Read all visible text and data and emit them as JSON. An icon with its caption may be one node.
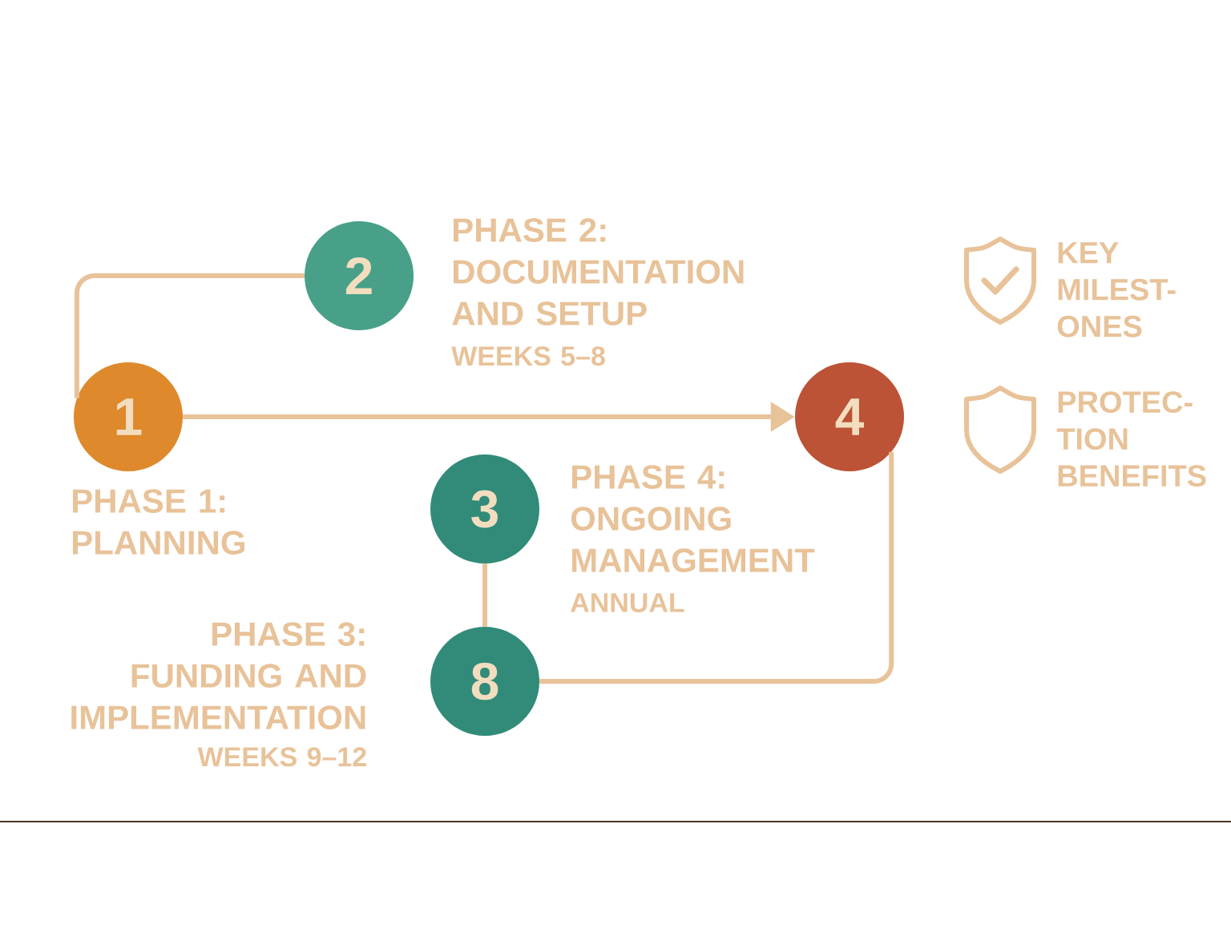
{
  "diagram": {
    "nodes": [
      {
        "text": [
          "2"
        ],
        "beside": [
          "PHASE 2: DOCUMENTATION AND SETUP",
          "WEEKS 5–8"
        ]
      },
      {
        "text": [
          "1"
        ],
        "beside": [
          "PHASE 1: PLANNING"
        ]
      },
      {
        "text": [
          "4"
        ],
        "beside": [
          "PHASE 4: ONGOING MANAGEMENT",
          "ANNUAL"
        ]
      },
      {
        "text": [
          "3"
        ]
      },
      {
        "text": [
          "8"
        ],
        "beside": [
          "PHASE 3: FUNDING AND IMPLEMENTATION",
          "WEEKS 9–12"
        ]
      }
    ],
    "edges": [
      {
        "from": 1,
        "to": 0,
        "arrow": "none"
      },
      {
        "from": 1,
        "to": 2,
        "arrow": "to"
      },
      {
        "from": 2,
        "to": 4,
        "arrow": "none"
      },
      {
        "from": 3,
        "to": 4,
        "arrow": "none"
      }
    ],
    "legend": [
      {
        "text": "KEY MILEST- ONES"
      },
      {
        "text": "PROTEC- TION BENEFITS"
      }
    ]
  }
}
